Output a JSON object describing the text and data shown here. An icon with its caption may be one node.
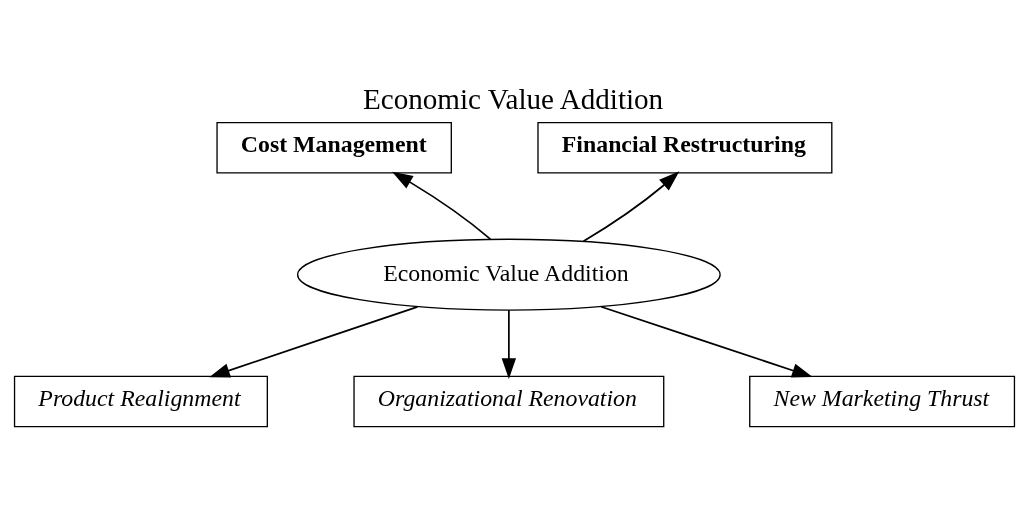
{
  "diagram": {
    "title": "Economic Value Addition",
    "nodes": [
      {
        "text": [
          "Cost Management"
        ]
      },
      {
        "text": [
          "Financial Restructuring"
        ]
      },
      {
        "text": [
          "Economic Value Addition"
        ]
      },
      {
        "text": [
          "Product Realignment"
        ]
      },
      {
        "text": [
          "Organizational Renovation"
        ]
      },
      {
        "text": [
          "New Marketing Thrust"
        ]
      }
    ],
    "edges": [
      {
        "from": 2,
        "to": 0,
        "arrow": "to"
      },
      {
        "from": 2,
        "to": 1,
        "arrow": "to"
      },
      {
        "from": 2,
        "to": 3,
        "arrow": "to"
      },
      {
        "from": 2,
        "to": 4,
        "arrow": "to"
      },
      {
        "from": 2,
        "to": 5,
        "arrow": "to"
      }
    ]
  }
}
